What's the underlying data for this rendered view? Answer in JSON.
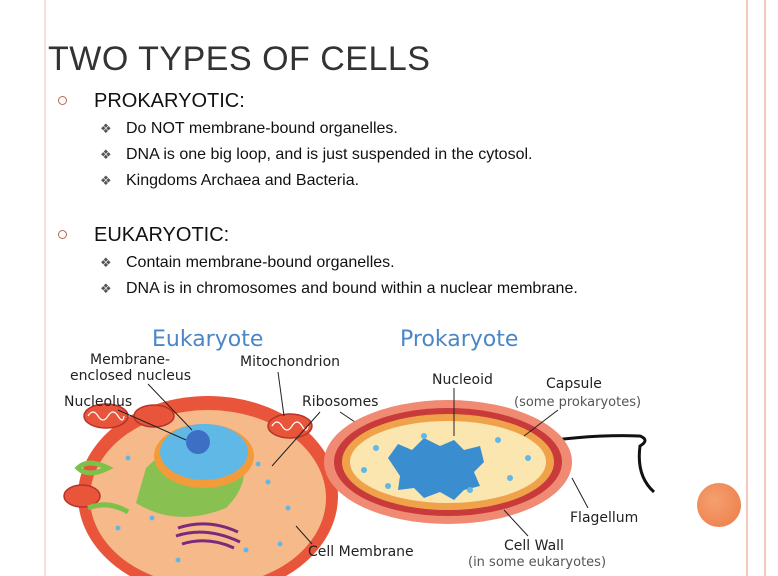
{
  "slide": {
    "title": "TWO TYPES OF CELLS",
    "sections": [
      {
        "heading": "PROKARYOTIC:",
        "bullets": [
          "Do NOT membrane-bound organelles.",
          "DNA is one big loop, and is just suspended in the cytosol.",
          "Kingdoms Archaea and Bacteria."
        ]
      },
      {
        "heading": "EUKARYOTIC:",
        "bullets": [
          "Contain membrane-bound organelles.",
          "DNA is in chromosomes and bound within a nuclear membrane."
        ]
      }
    ]
  },
  "figure": {
    "eukaryote_title": "Eukaryote",
    "prokaryote_title": "Prokaryote",
    "labels": {
      "membrane_line1": "Membrane-",
      "membrane_line2": "enclosed nucleus",
      "mitochondrion": "Mitochondrion",
      "nucleolus": "Nucleolus",
      "ribosomes": "Ribosomes",
      "nucleoid": "Nucleoid",
      "capsule": "Capsule",
      "capsule_note": "(some prokaryotes)",
      "flagellum": "Flagellum",
      "cell_membrane": "Cell Membrane",
      "cell_wall": "Cell Wall",
      "cell_wall_note": "(in some eukaryotes)"
    },
    "colors": {
      "title_blue": "#4a86c8",
      "euk_outer": "#e8553a",
      "euk_inner": "#f6b98a",
      "nucleus": "#5fb8e6",
      "nucleolus": "#3d6fc4",
      "er_green": "#7cc24a",
      "golgi_purple": "#7a2a7a",
      "prok_capsule": "#f0a24a",
      "prok_wall": "#c93a3a",
      "prok_cytosol": "#fce6b0",
      "nucleoid": "#3a8ed0"
    }
  }
}
